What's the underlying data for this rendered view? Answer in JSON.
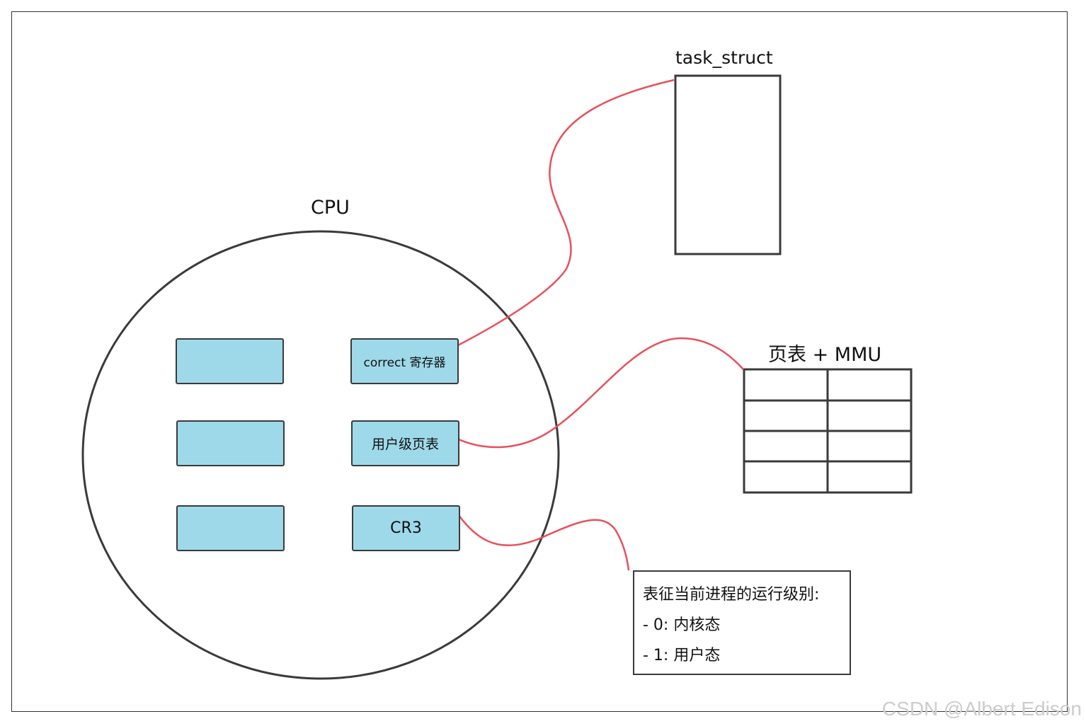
{
  "diagram": {
    "cpu_label": "CPU",
    "task_struct_label": "task_struct",
    "page_table_label": "页表 + MMU",
    "registers": {
      "correct": "correct 寄存器",
      "user_page_table": "用户级页表",
      "cr3": "CR3"
    },
    "note": {
      "line1": "表征当前进程的运行级别:",
      "line2": "- 0:  内核态",
      "line3": "- 1:  用户态"
    },
    "watermark": "CSDN @Albert Edison"
  },
  "colors": {
    "register_fill": "#9ed9ea",
    "connector": "#e8505b",
    "stroke": "#3a3a3a"
  }
}
